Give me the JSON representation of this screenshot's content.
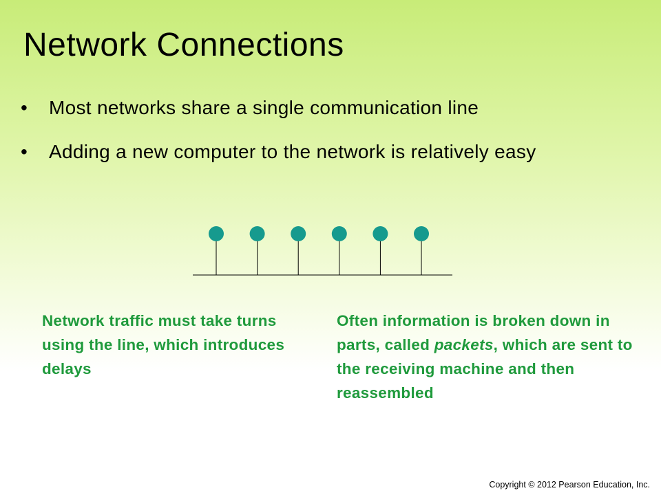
{
  "slide": {
    "title": "Network Connections",
    "bullets": [
      {
        "marker": "•",
        "text": "Most networks share a single communication line"
      },
      {
        "marker": "•",
        "text": "Adding a new computer to the network is relatively easy"
      }
    ],
    "captions": {
      "left": "Network traffic must take turns using the line, which introduces delays",
      "right": {
        "before": "Often information is broken down in parts, called ",
        "emphasis": "packets",
        "after": ", which are sent to the receiving machine and then reassembled"
      }
    },
    "copyright": "Copyright © 2012 Pearson Education, Inc."
  },
  "diagram": {
    "node_count": 6,
    "node_color": "#169a8e",
    "line_color": "#000000"
  },
  "colors": {
    "caption": "#1f9a3c"
  }
}
